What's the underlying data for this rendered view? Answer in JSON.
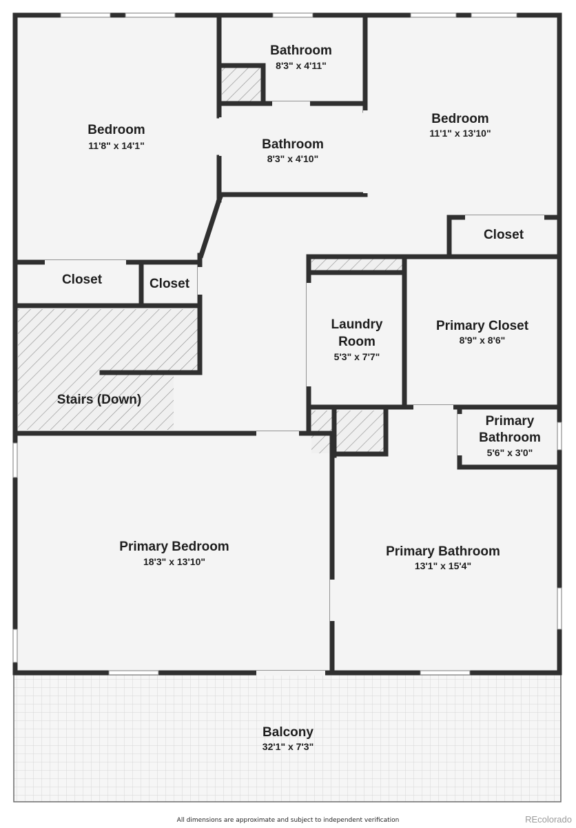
{
  "rooms": {
    "bedroom_nw": {
      "name": "Bedroom",
      "dims": "11'8\" x 14'1\""
    },
    "bathroom_top": {
      "name": "Bathroom",
      "dims": "8'3\" x 4'11\""
    },
    "bathroom_mid": {
      "name": "Bathroom",
      "dims": "8'3\" x 4'10\""
    },
    "bedroom_ne": {
      "name": "Bedroom",
      "dims": "11'1\" x 13'10\""
    },
    "closet_ne": {
      "name": "Closet"
    },
    "closet_w1": {
      "name": "Closet"
    },
    "closet_w2": {
      "name": "Closet"
    },
    "laundry": {
      "name_line1": "Laundry",
      "name_line2": "Room",
      "dims": "5'3\" x 7'7\""
    },
    "primary_closet": {
      "name": "Primary Closet",
      "dims": "8'9\" x 8'6\""
    },
    "stairs": {
      "name": "Stairs (Down)"
    },
    "primary_bath_small": {
      "name_line1": "Primary",
      "name_line2": "Bathroom",
      "dims": "5'6\" x 3'0\""
    },
    "primary_bedroom": {
      "name": "Primary Bedroom",
      "dims": "18'3\" x 13'10\""
    },
    "primary_bathroom": {
      "name": "Primary Bathroom",
      "dims": "13'1\" x 15'4\""
    },
    "balcony": {
      "name": "Balcony",
      "dims": "32'1\" x 7'3\""
    }
  },
  "footer": {
    "disclaimer": "All dimensions are approximate and subject to independent verification",
    "watermark": "REcolorado"
  },
  "colors": {
    "wall": "#2f2f2f",
    "floor": "#f4f4f4",
    "hatch": "#9a9a9a",
    "balcony_grid": "#dcdcdc"
  }
}
